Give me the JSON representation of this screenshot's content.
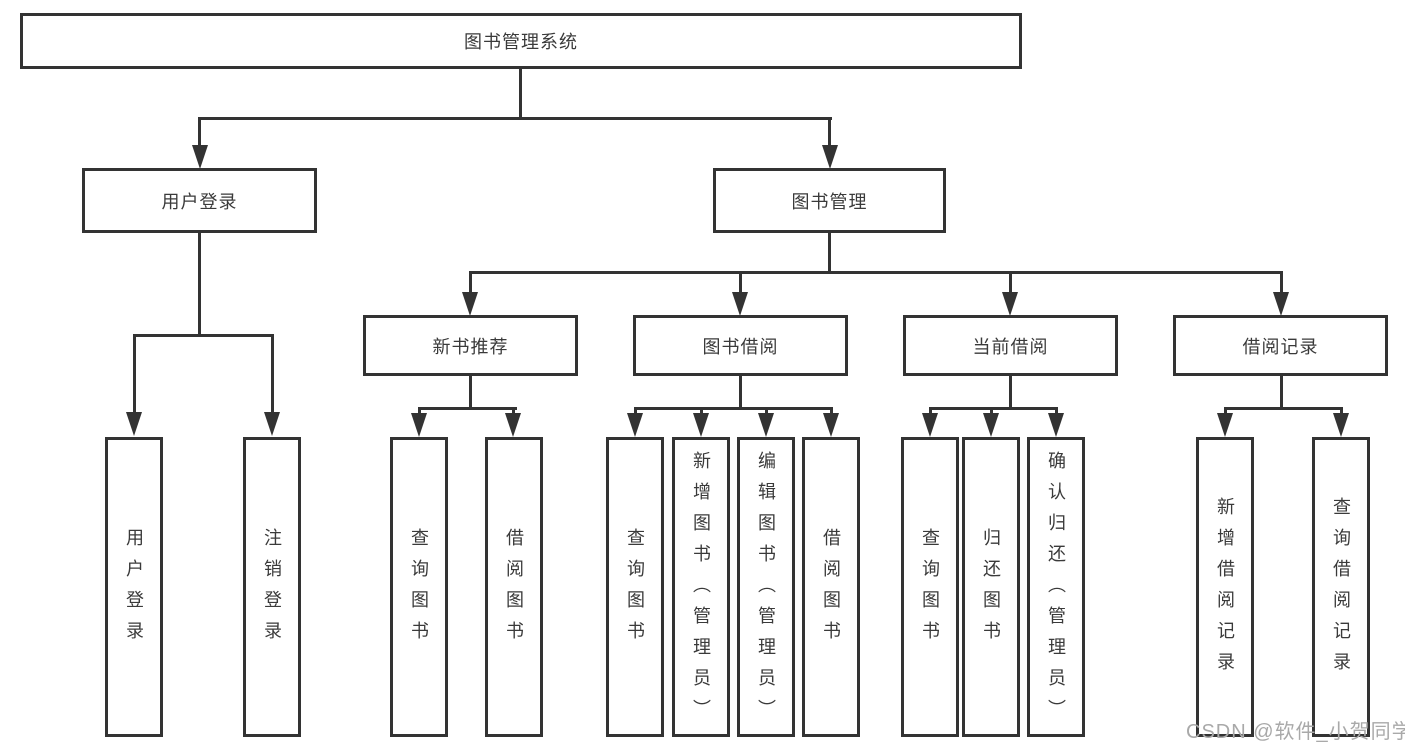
{
  "tree": {
    "label": "图书管理系统",
    "children": [
      {
        "label": "用户登录",
        "children": [
          {
            "label": "用户登录"
          },
          {
            "label": "注销登录"
          }
        ]
      },
      {
        "label": "图书管理",
        "children": [
          {
            "label": "新书推荐",
            "children": [
              {
                "label": "查询图书"
              },
              {
                "label": "借阅图书"
              }
            ]
          },
          {
            "label": "图书借阅",
            "children": [
              {
                "label": "查询图书"
              },
              {
                "label": "新增图书（管理员）"
              },
              {
                "label": "编辑图书（管理员）"
              },
              {
                "label": "借阅图书"
              }
            ]
          },
          {
            "label": "当前借阅",
            "children": [
              {
                "label": "查询图书"
              },
              {
                "label": "归还图书"
              },
              {
                "label": "确认归还（管理员）"
              }
            ]
          },
          {
            "label": "借阅记录",
            "children": [
              {
                "label": "新增借阅记录"
              },
              {
                "label": "查询借阅记录"
              }
            ]
          }
        ]
      }
    ]
  },
  "watermark": {
    "text": "CSDN @软件_小贺同学"
  },
  "colors": {
    "line": "#333333",
    "text": "#3a3a3a",
    "background": "#ffffff",
    "watermark": "#a9a9a9"
  }
}
